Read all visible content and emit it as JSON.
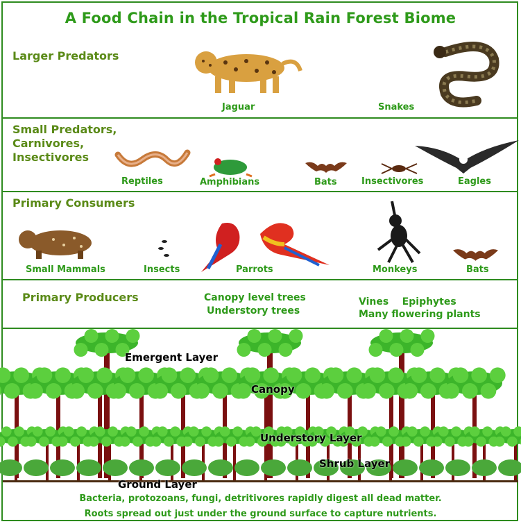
{
  "title": "A Food Chain in the Tropical Rain Forest Biome",
  "rows": {
    "larger_predators": {
      "label": "Larger Predators",
      "items": [
        "Jaguar",
        "Snakes"
      ]
    },
    "small_predators": {
      "label_lines": [
        "Small Predators,",
        "Carnivores,",
        "Insectivores"
      ],
      "items": [
        "Reptiles",
        "Amphibians",
        "Bats",
        "Insectivores",
        "Eagles"
      ]
    },
    "primary_consumers": {
      "label": "Primary Consumers",
      "items": [
        "Small Mammals",
        "Insects",
        "Parrots",
        "Monkeys",
        "Bats"
      ]
    },
    "primary_producers": {
      "label": "Primary Producers",
      "lines": [
        "Canopy level trees",
        "Understory trees",
        "Vines    Epiphytes",
        "Many flowering plants"
      ]
    }
  },
  "forest": {
    "layers": [
      "Emergent Layer",
      "Canopy",
      "Understory Layer",
      "Shrub Layer",
      "Ground Layer"
    ],
    "notes": [
      "Bacteria, protozoans, fungi, detritivores rapidly digest all dead matter.",
      "Roots spread out just under the ground surface to capture nutrients."
    ]
  },
  "colors": {
    "border": "#2e8b1f",
    "title": "#2e9a1a",
    "label": "#5a8a17",
    "trunk": "#7a1010",
    "leaf": "#3cb52a"
  }
}
